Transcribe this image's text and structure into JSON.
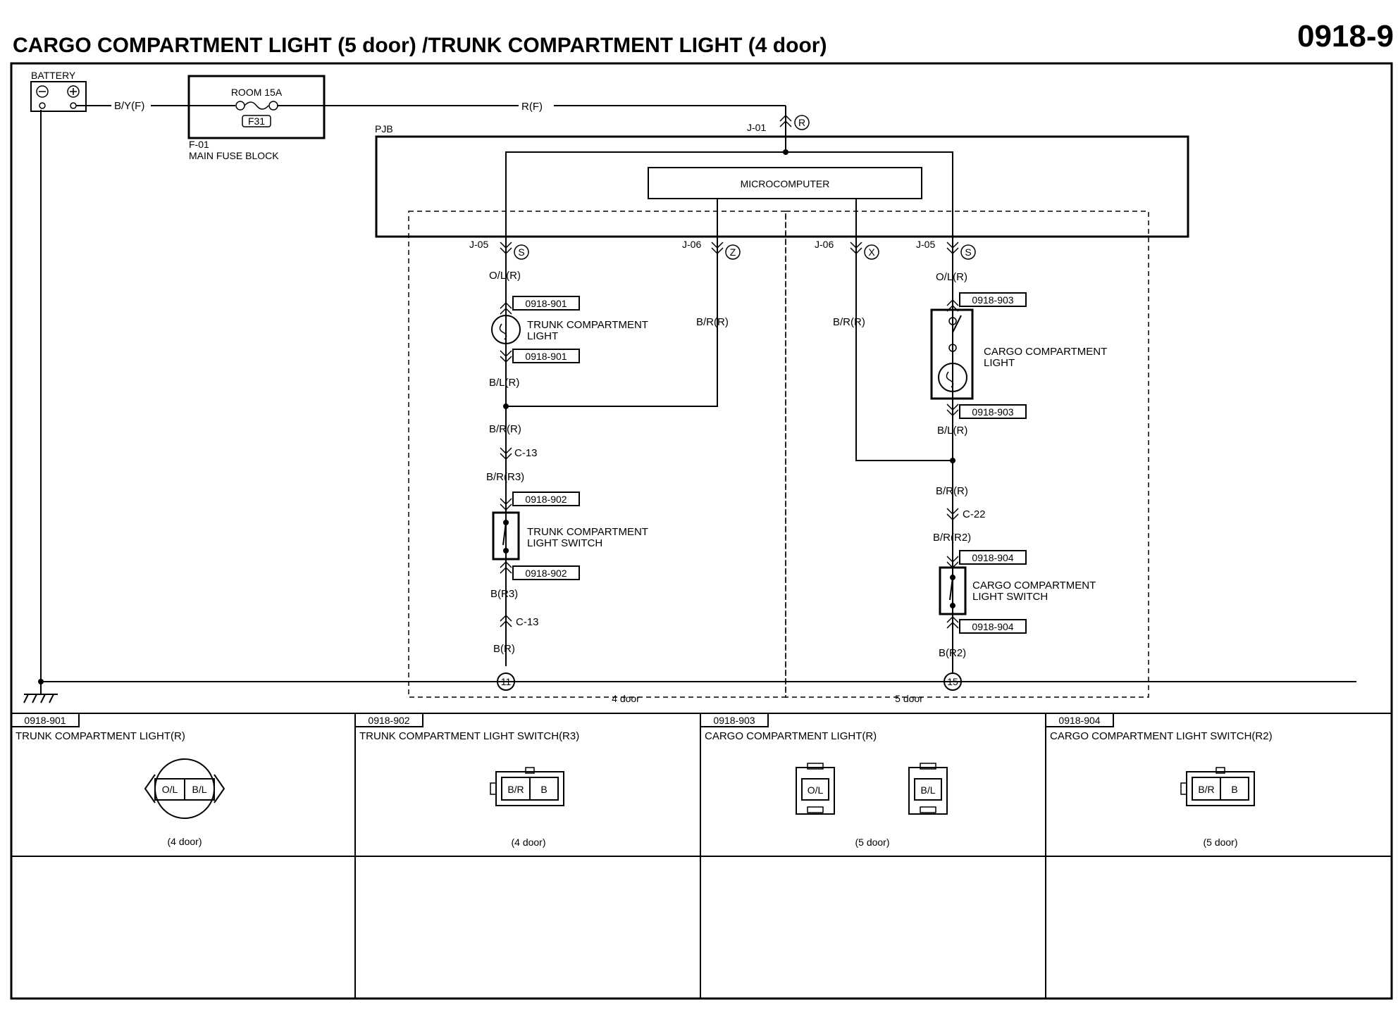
{
  "title": "CARGO COMPARTMENT LIGHT (5 door) /TRUNK COMPARTMENT LIGHT (4 door)",
  "page_number": "0918-9",
  "battery": {
    "label": "BATTERY",
    "neg": "⊖",
    "pos": "⊕"
  },
  "fuse_block": {
    "fuse": "ROOM 15A",
    "fuse_id": "F31",
    "id": "F-01",
    "name": "MAIN FUSE BLOCK"
  },
  "wires": {
    "battery_out": "B/Y(F)",
    "fuse_out": "R(F)",
    "ol_left": "O/L(R)",
    "bl_left": "B/L(R)",
    "br_left": "B/R(R)",
    "brr3": "B/R(R3)",
    "br3": "B(R3)",
    "br": "B(R)",
    "br_mid_left": "B/R(R)",
    "br_mid_right": "B/R(R)",
    "ol_right": "O/L(R)",
    "bl_right": "B/L(R)",
    "br_right": "B/R(R)",
    "brr2": "B/R(R2)",
    "br2": "B(R2)"
  },
  "pjb": {
    "label": "PJB",
    "j01": "J-01",
    "micro": "MICROCOMPUTER",
    "j05_left": "J-05",
    "j06_left": "J-06",
    "j06_right": "J-06",
    "j05_right": "J-05",
    "r": "R",
    "s": "S",
    "z": "Z",
    "x": "X"
  },
  "connectors": {
    "c13": "C-13",
    "c22": "C-22",
    "c901": "0918-901",
    "c902": "0918-902",
    "c903": "0918-903",
    "c904": "0918-904"
  },
  "components": {
    "trunk_light_1": "TRUNK COMPARTMENT",
    "trunk_light_2": "LIGHT",
    "trunk_switch_1": "TRUNK COMPARTMENT",
    "trunk_switch_2": "LIGHT SWITCH",
    "cargo_light_1": "CARGO COMPARTMENT",
    "cargo_light_2": "LIGHT",
    "cargo_switch_1": "CARGO COMPARTMENT",
    "cargo_switch_2": "LIGHT SWITCH"
  },
  "grounds": {
    "g11": "11",
    "g15": "15"
  },
  "regions": {
    "door4": "4 door",
    "door5": "5 door"
  },
  "views": [
    {
      "id": "0918-901",
      "name": "TRUNK COMPARTMENT LIGHT(R)",
      "pins": [
        "O/L",
        "B/L"
      ],
      "note": "(4 door)"
    },
    {
      "id": "0918-902",
      "name": "TRUNK COMPARTMENT LIGHT SWITCH(R3)",
      "pins": [
        "B/R",
        "B"
      ],
      "note": "(4 door)"
    },
    {
      "id": "0918-903",
      "name": "CARGO COMPARTMENT LIGHT(R)",
      "pins": [
        "O/L",
        "B/L"
      ],
      "note": "(5 door)"
    },
    {
      "id": "0918-904",
      "name": "CARGO COMPARTMENT LIGHT SWITCH(R2)",
      "pins": [
        "B/R",
        "B"
      ],
      "note": "(5 door)"
    }
  ]
}
